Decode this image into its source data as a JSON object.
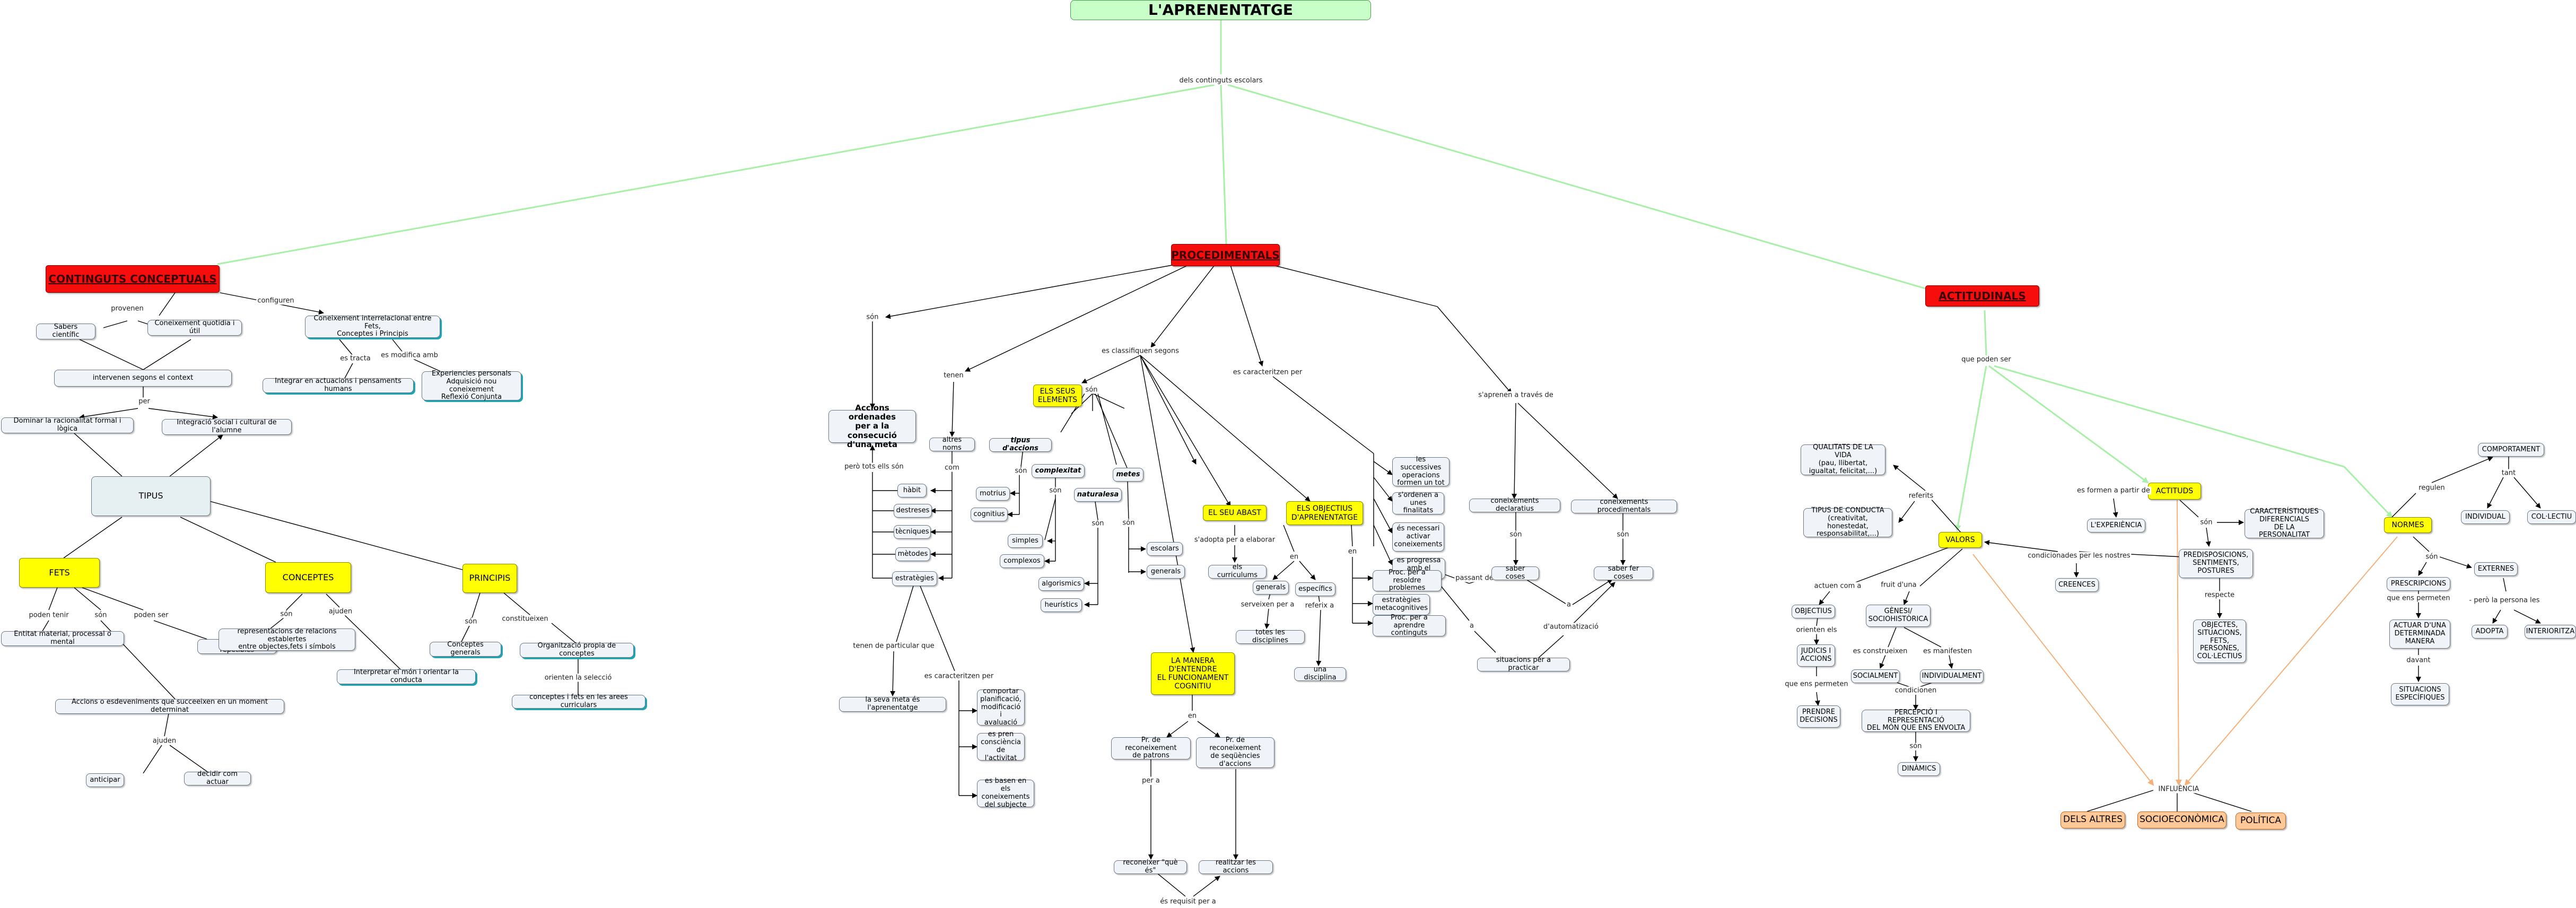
{
  "title": "L'APRENENTATGE",
  "root_link": "dels continguts escolars",
  "contingut_conceptuals": {
    "title": "CONTINGUTS CONCEPTUALS",
    "provenen": "provenen",
    "configuren": "configuren",
    "saber_cientific": "Sabers científic",
    "coneixement_quotidia": "Coneixement quotidia i útil",
    "intervenen": "intervenen segons el context",
    "per": "per",
    "dominar": "Dominar la racionalitat formal i lògica",
    "integracio": "Integració social i cultural de l'alumne",
    "coneixement_interrelacional": "Coneixement interrelacional entre Fets,\nConceptes i Principis",
    "es_tracta": "es tracta",
    "es_modifica": "es modifica amb",
    "integrar": "Integrar en actuacions i pensaments humans",
    "experiencies": "Experiencies personals\nAdquisició nou coneixement\nReflexió Conjunta",
    "tipus": "TIPUS",
    "fets": "FETS",
    "conceptes": "CONCEPTES",
    "principis": "PRINCIPIS",
    "poden_tenir": "poden tenir",
    "son": "són",
    "poden_ser": "poden ser",
    "entitat": "Entitat material, processal o mental",
    "singulars": "singulars o repetibles",
    "esdeveniments": "Accions o esdeveniments que succeeixen en un moment determinat",
    "ajuden": "ajuden",
    "anticipar": "anticipar",
    "decidir": "decidir com actuar",
    "son2": "són",
    "ajuden2": "ajuden",
    "representacions": "representacions de relacions establertes\nentre objectes,fets i símbols",
    "interpretar": "Interpretar el món i orientar la conducta",
    "son3": "són",
    "constitueixen": "constitueixen",
    "conceptes_generals": "Conceptes generals",
    "organitzacio": "Organització propia de conceptes",
    "orienten": "orienten la selecció",
    "conceptes_fets": "conceptes i fets en les arees curriculars"
  },
  "procedimentals": {
    "title": "PROCEDIMENTALS",
    "son": "són",
    "tenen": "tenen",
    "classifiquen": "es classifiquen segons",
    "caracteritzen": "es caracteritzen per",
    "aprenen": "s'aprenen a través de",
    "accions": "Accions ordenades\nper a la consecució\nd'una meta",
    "altres_noms": "altres noms",
    "com": "com",
    "habit": "hàbit",
    "destreses": "destreses",
    "tecniques": "tècniques",
    "metodes": "mètodes",
    "estrategies": "estratègies",
    "pero_tots": "però tots ells són",
    "tenen_particular": "tenen de particular que",
    "sava_meta": "la seva meta és l'aprenentatge",
    "es_caracteritzen_per": "es caracteritzen per",
    "comportar": "comportar\nplanificació,\nmodificació i\navaluació",
    "es_pren": "es pren\nconsciència\nde l'activitat",
    "es_basen": "es basen en els\nconeixements\ndel subjecte",
    "els_seus_elements": "ELS SEUS\nELEMENTS",
    "tipus_accions": "tipus d'accions",
    "complexitat": "complexitat",
    "naturalesa": "naturalesa",
    "metes": "metes",
    "son_a": "són",
    "son_b": "són",
    "son_c": "són",
    "son_d": "són",
    "motrius": "motrius",
    "cognitius": "cognitius",
    "simples": "simples",
    "complexos": "complexos",
    "algoritmics": "algorismics",
    "heuristics": "heurístics",
    "escolars": "escolars",
    "generals": "generals",
    "el_seu_abast": "EL SEU ABAST",
    "adopta": "s'adopta per a elaborar",
    "els_curriculums": "els curriculums",
    "objectius": "ELS OBJECTIUS\nD'APRENENTATGE",
    "en": "en",
    "general": "generals",
    "especifics": "específics",
    "serveixen": "serveixen per a",
    "refereix": "referix a",
    "totes_disciplines": "totes les disciplines",
    "una_disciplina": "una disciplina",
    "en2": "en",
    "succesives": "les successives\noperacions\nformen un tot",
    "ordenen": "s'ordenen a\nunes finalitats",
    "necessari": "és necessari\nactivar\nconeixements",
    "progressa": "es progressa\namb el temps",
    "proc_resoldre": "Proc. per a\nresoldre problemes",
    "estrategies_meta": "estratègies\nmetacognitives",
    "proc_aprendre": "Proc. per a\naprendre continguts",
    "passant": "passant de",
    "a": "a",
    "coneixements_declaratius": "coneixements declaratius",
    "coneixements_procedimentals": "coneixements procedimentals",
    "son_e": "són",
    "son_f": "són",
    "saber_coses": "saber coses",
    "saber_fer": "saber fer coses",
    "a2": "a",
    "automatizacio": "d'automatizació",
    "situacions": "situacions per a practicar",
    "manera": "LA MANERA\nD'ENTENDRE\nEL FUNCIONAMENT\nCOGNITIU",
    "en3": "en",
    "pr_patrons": "Pr. de reconeixement\nde patrons",
    "pr_seq": "Pr. de reconeixement\nde seqüències\nd'accions",
    "per_a": "per a",
    "reconeixer": "reconeixer \"què és\"",
    "realitzar": "realitzar les accions",
    "requisit": "és requisit per a"
  },
  "actitudinals": {
    "title": "ACTITUDINALS",
    "poden_ser": "que poden ser",
    "valors": "VALORS",
    "actituds": "ACTITUDS",
    "normes": "NORMES",
    "qualitats": "QUALITATS DE LA VIDA\n(pau, llibertat,\nigualtat, felicitat,...)",
    "tipus_conducta": "TIPUS DE CONDUCTA\n(creativitat, honestedat,\nresponsabilitat,...)",
    "referits": "referits",
    "actuen_com": "actuen com a",
    "fruit": "fruit d'una",
    "objectius": "OBJECTIUS",
    "orienten": "orienten els",
    "judicis": "JUDICIS I\nACCIONS",
    "que_ens": "que ens\npermeten",
    "prendre": "PRENDRE\nDECISIONS",
    "genesi": "GÈNESI/\nSOCIOHISTÒRICA",
    "es_construeixen": "es construeixen",
    "es_manifesten": "es manifesten",
    "socialment": "SOCIALMENT",
    "individualment": "INDIVIDUALMENT",
    "condicionen": "condicionen",
    "percepcio": "PERCEPCIÓ I REPRESENTACIÓ\nDEL MÓN QUE ENS ENVOLTA",
    "son": "són",
    "dinamics": "DINÀMICS",
    "condicionades": "condicionades\nper les nostres",
    "creences": "CREENCES",
    "es_formen": "es formen a\npartir de",
    "experiencia": "L'EXPERIÈNCIA",
    "son2": "són",
    "predisposicions": "PREDISPOSICIONS,\nSENTIMENTS,\nPOSTURES",
    "caracteristiques": "CARACTERÍSTIQUES\nDIFERENCIALS\nDE LA PERSONALITAT",
    "respecte": "respecte",
    "objectes": "OBJECTES,\nSITUACIONS,\nFETS,\nPERSONES,\nCOL·LECTIUS",
    "regulen": "regulen",
    "comportament": "COMPORTAMENT",
    "tant": "tant",
    "individual": "INDIVIDUAL",
    "collectiu": "COL·LECTIU",
    "son3": "són",
    "prescripcions": "PRESCRIPCIONS",
    "que_ens_permeten": "que ens permeten",
    "actuar": "ACTUAR D'UNA\nDETERMINADA\nMANERA",
    "davant": "davant",
    "situacions": "SITUACIONS\nESPECÍFIQUES",
    "externes": "EXTERNES",
    "pero_la": "- però la\npersona les",
    "adopta": "ADOPTA",
    "interioritza": "INTERIORITZA",
    "influencia": "INFLUÈNCIA",
    "dels_altres": "DELS ALTRES",
    "socioeconomica": "SOCIOECONÒMICA",
    "politica": "POLÍTICA"
  },
  "colors": {
    "green_link": "#a8f0a8",
    "orange_link": "#f5b07a",
    "red_node": "#f80d0d",
    "yellow_node": "#ffff00",
    "green_node": "#c8ffc8",
    "orange_node": "#ffc896"
  }
}
